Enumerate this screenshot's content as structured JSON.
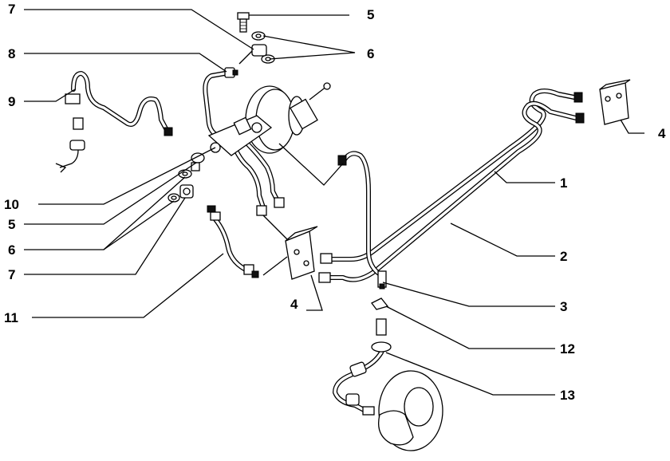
{
  "diagram": {
    "callouts": [
      {
        "id": "c1",
        "label": "1"
      },
      {
        "id": "c2",
        "label": "2"
      },
      {
        "id": "c3",
        "label": "3"
      },
      {
        "id": "c4r",
        "label": "4"
      },
      {
        "id": "c4c",
        "label": "4"
      },
      {
        "id": "c5t",
        "label": "5"
      },
      {
        "id": "c5l",
        "label": "5"
      },
      {
        "id": "c6t",
        "label": "6"
      },
      {
        "id": "c6l",
        "label": "6"
      },
      {
        "id": "c7t",
        "label": "7"
      },
      {
        "id": "c7l",
        "label": "7"
      },
      {
        "id": "c8",
        "label": "8"
      },
      {
        "id": "c9",
        "label": "9"
      },
      {
        "id": "c10",
        "label": "10"
      },
      {
        "id": "c11",
        "label": "11"
      },
      {
        "id": "c12",
        "label": "12"
      },
      {
        "id": "c13",
        "label": "13"
      }
    ]
  }
}
